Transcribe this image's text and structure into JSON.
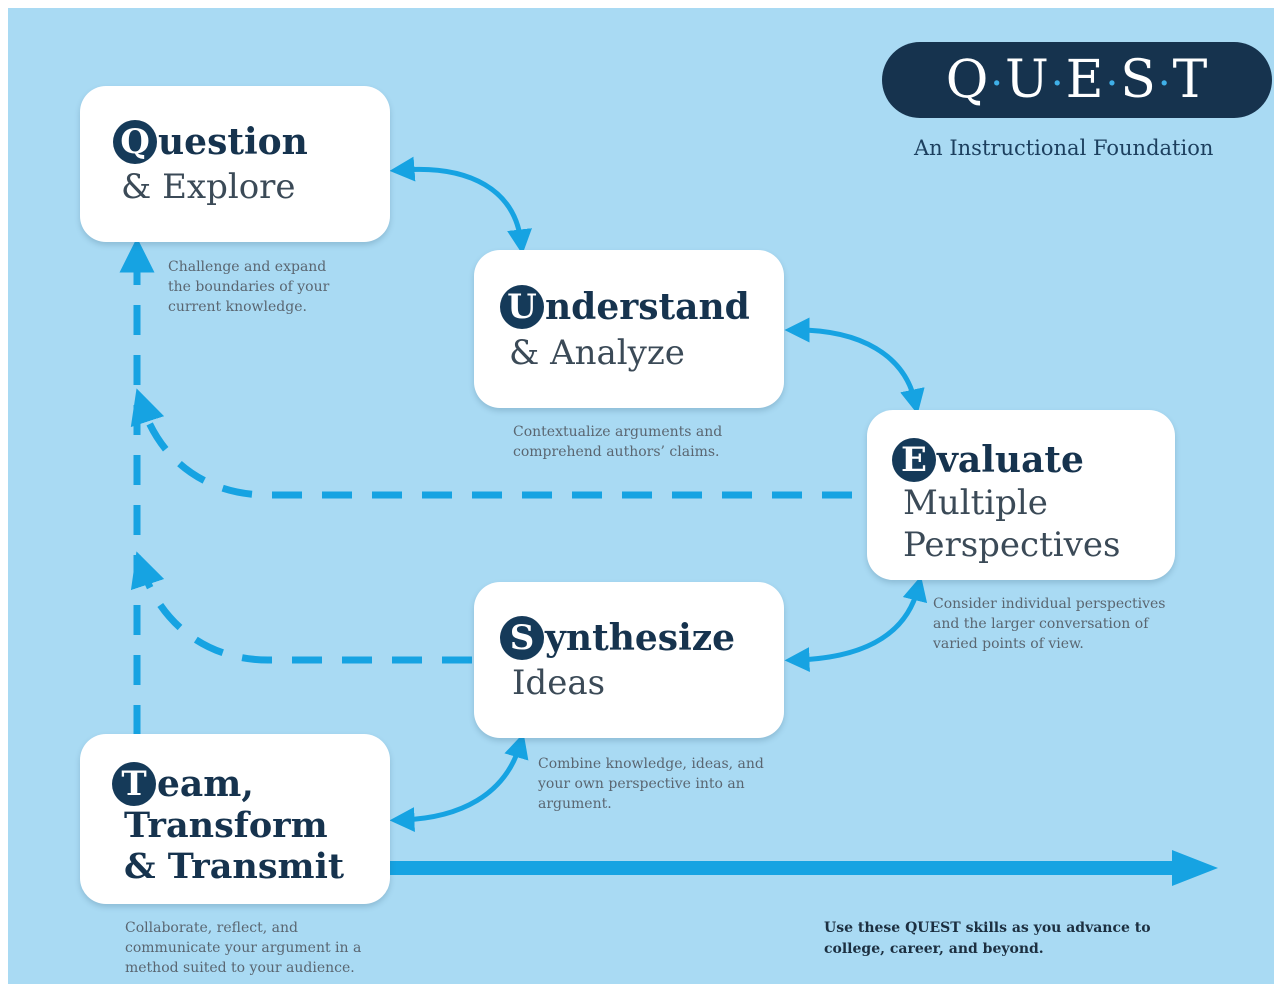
{
  "logo": {
    "letters": [
      "Q",
      "U",
      "E",
      "S",
      "T"
    ],
    "tagline": "An Instructional Foundation"
  },
  "steps": [
    {
      "initial": "Q",
      "heading": "uestion",
      "lines": [
        "& Explore"
      ],
      "description": "Challenge and expand the boundaries of your current knowledge."
    },
    {
      "initial": "U",
      "heading": "nderstand",
      "lines": [
        "& Analyze"
      ],
      "description": "Contextualize arguments and comprehend authors’ claims."
    },
    {
      "initial": "E",
      "heading": "valuate",
      "lines": [
        "Multiple",
        "Perspectives"
      ],
      "description": "Consider individual perspectives and the larger conversation of varied points of view."
    },
    {
      "initial": "S",
      "heading": "ynthesize",
      "lines": [
        "Ideas"
      ],
      "description": "Combine knowledge, ideas, and your own perspective into an argument."
    },
    {
      "initial": "T",
      "heading": "eam,",
      "lines": [
        "Transform",
        "& Transmit"
      ],
      "description": "Collaborate, reflect, and communicate your argument in a method suited to your audience."
    }
  ],
  "footer_note": "Use these QUEST skills as you advance to college, career, and beyond.",
  "colors": {
    "background": "#a9daf3",
    "arrow": "#16a3e2",
    "navy": "#16334e",
    "box": "#ffffff"
  }
}
